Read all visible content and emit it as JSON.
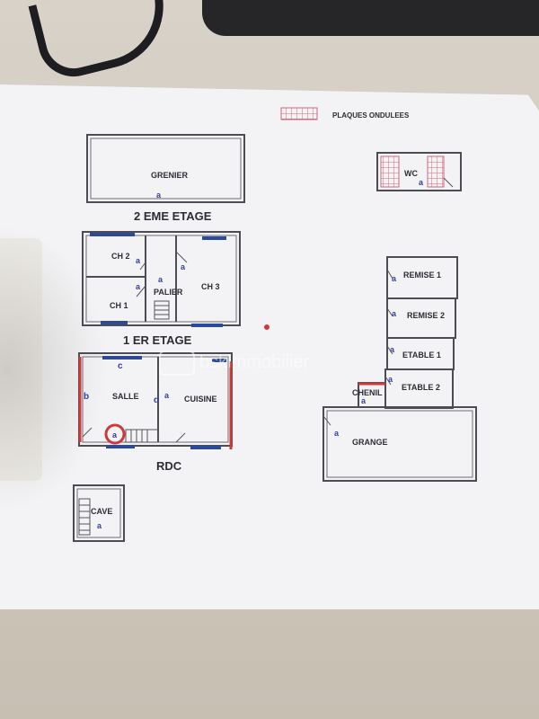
{
  "legend": {
    "pattern_label": "PLAQUES ONDULEES"
  },
  "floors": {
    "second": {
      "title": "2 EME ETAGE",
      "rooms": {
        "grenier": "GRENIER"
      }
    },
    "first": {
      "title": "1 ER ETAGE",
      "rooms": {
        "ch2": "CH 2",
        "ch1": "CH 1",
        "palier": "PALIER",
        "ch3": "CH 3"
      }
    },
    "ground": {
      "title": "RDC",
      "rooms": {
        "salle": "SALLE",
        "cuisine": "CUISINE"
      }
    },
    "cave": {
      "rooms": {
        "cave": "CAVE"
      }
    }
  },
  "outbuildings": {
    "wc": "WC",
    "remise1": "REMISE 1",
    "remise2": "REMISE 2",
    "etable1": "ETABLE 1",
    "etable2": "ETABLE 2",
    "chenil": "CHENIL",
    "grange": "GRANGE"
  },
  "markers": {
    "a": "a",
    "b": "b",
    "c": "c",
    "d": "d"
  },
  "watermark": {
    "text": "bskimmobilier"
  },
  "colors": {
    "paper": "#f3f3f5",
    "walls": "#4c4c54",
    "blue_marks": "#2c4a9a",
    "red_marks": "#cc3a3a",
    "labels": "#2c2c34"
  }
}
